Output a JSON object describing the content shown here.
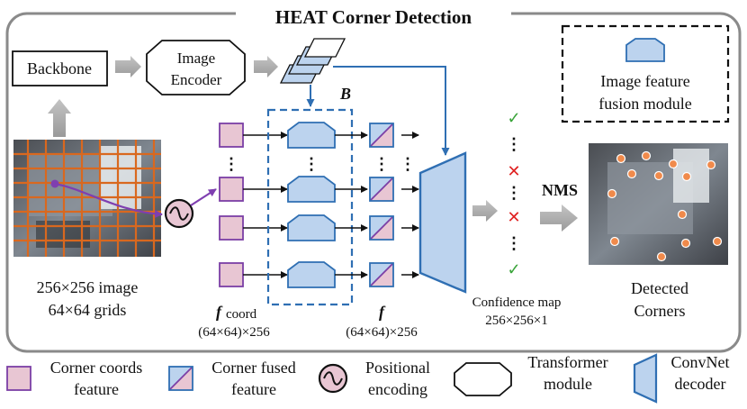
{
  "title": "HEAT Corner Detection",
  "pipeline": {
    "backbone": "Backbone",
    "image_encoder_line1": "Image",
    "image_encoder_line2": "Encoder",
    "feature_stack_label": "B",
    "input_caption_line1": "256×256 image",
    "input_caption_line2": "64×64 grids",
    "coord_feature_symbol": "f",
    "coord_feature_subscript": "coord",
    "coord_feature_shape": "(64×64)×256",
    "fused_feature_symbol": "f",
    "fused_feature_shape": "(64×64)×256",
    "confidence_caption_line1": "Confidence map",
    "confidence_caption_line2": "256×256×1",
    "nms_label": "NMS",
    "output_caption_line1": "Detected",
    "output_caption_line2": "Corners",
    "ellipsis": "⋮",
    "confidence_marks": [
      "✓",
      "⋮",
      "✕",
      "⋮",
      "✕",
      "⋮",
      "✓"
    ]
  },
  "inset_legend": {
    "line1": "Image feature",
    "line2": "fusion module"
  },
  "legend": [
    {
      "line1": "Corner coords",
      "line2": "feature"
    },
    {
      "line1": "Corner fused",
      "line2": "feature"
    },
    {
      "line1": "Positional",
      "line2": "encoding"
    },
    {
      "line1": "Transformer",
      "line2": "module"
    },
    {
      "line1": "ConvNet",
      "line2": "decoder"
    }
  ],
  "colors": {
    "coord_fill": "#e8c6d3",
    "coord_stroke": "#7b3fa6",
    "module_fill": "#bcd3ee",
    "module_stroke": "#2f6fb3",
    "grid_line": "#d9681f",
    "corner_dot": "#f08a4b",
    "check": "#3aa43a",
    "cross": "#e02222",
    "grey_arrow": "#a8a8a8",
    "positional_arrow": "#7f3fb0"
  }
}
